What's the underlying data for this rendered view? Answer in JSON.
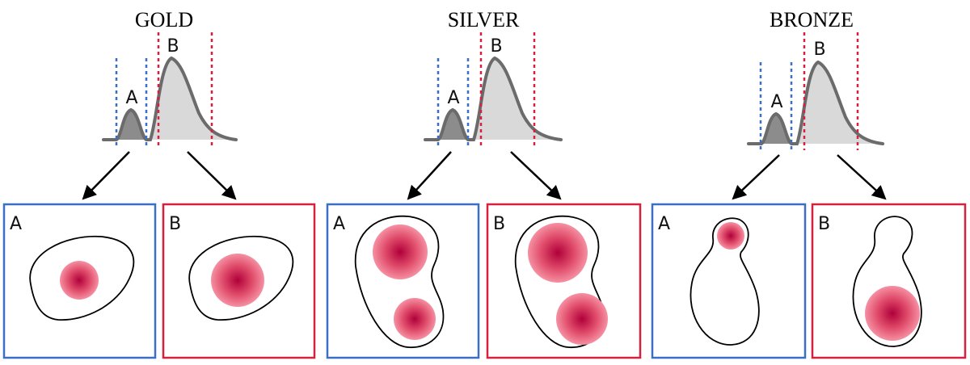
{
  "colors": {
    "blue": "#3a6fc4",
    "red": "#d3213f",
    "curve": "#6b6b6b",
    "peakA_fill": "#8c8c8c",
    "peakB_fill": "#d9d9d9",
    "blob_center": "#b0003a",
    "blob_edge": "#f07a90"
  },
  "panels": [
    {
      "id": "gold",
      "title": "GOLD",
      "peak_a": "A",
      "peak_b": "B",
      "box_a": "A",
      "box_b": "B"
    },
    {
      "id": "silver",
      "title": "SILVER",
      "peak_a": "A",
      "peak_b": "B",
      "box_a": "A",
      "box_b": "B"
    },
    {
      "id": "bronze",
      "title": "BRONZE",
      "peak_a": "A",
      "peak_b": "B",
      "box_a": "A",
      "box_b": "B"
    }
  ]
}
